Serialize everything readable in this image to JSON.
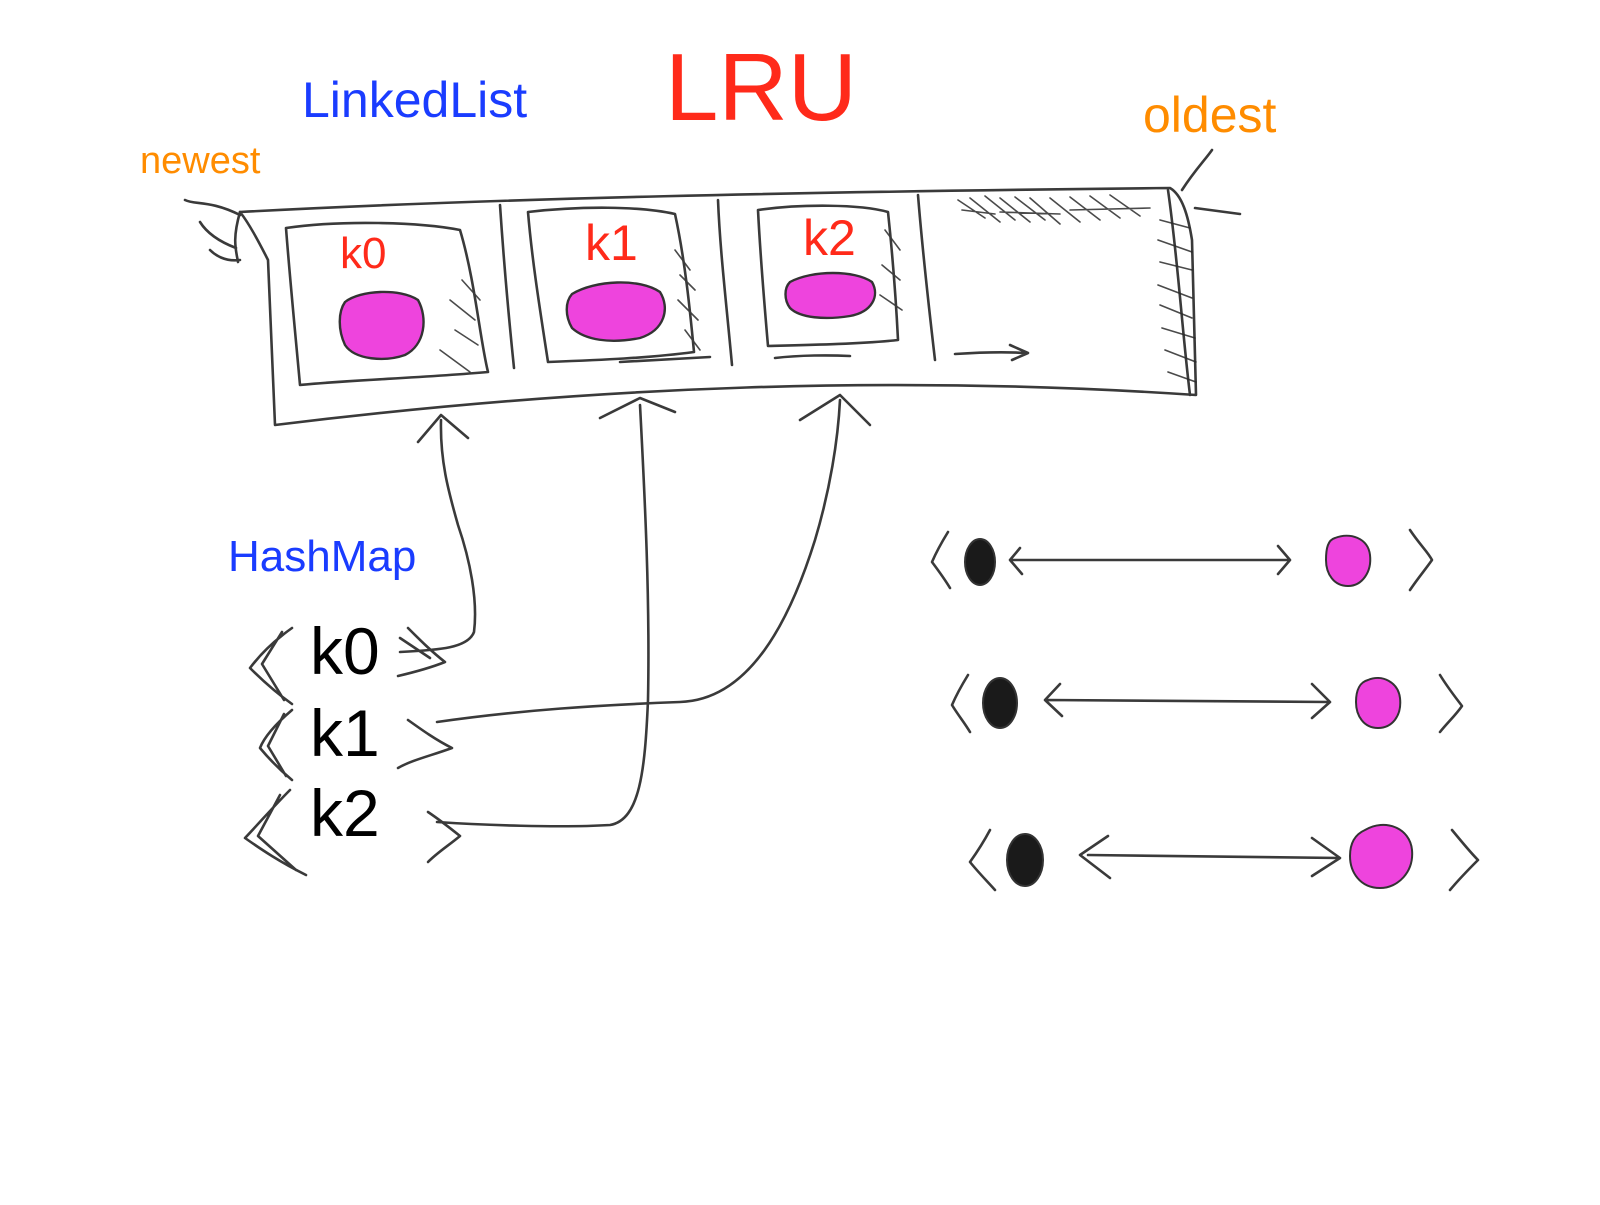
{
  "title": "LRU",
  "linked_list": {
    "label": "LinkedList",
    "newest_label": "newest",
    "oldest_label": "oldest",
    "nodes": [
      {
        "key": "k0"
      },
      {
        "key": "k1"
      },
      {
        "key": "k2"
      }
    ]
  },
  "hashmap": {
    "label": "HashMap",
    "keys": [
      "k0",
      "k1",
      "k2"
    ]
  },
  "pair_rows": 3,
  "colors": {
    "title": "#ff2a1a",
    "structure_label": "#1a3cff",
    "end_label": "#ff8c00",
    "node_key": "#ff2a1a",
    "hash_key": "#000000",
    "value_fill": "#ee44dd",
    "ink": "#3a3a3a"
  }
}
